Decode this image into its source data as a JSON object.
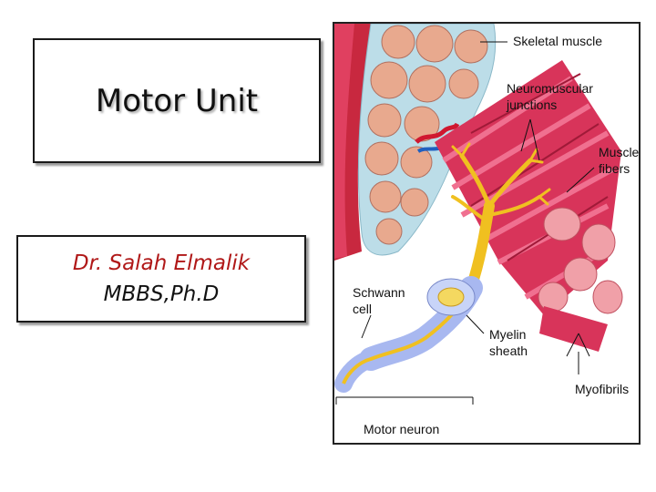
{
  "slide": {
    "title": "Motor Unit",
    "author_name": "Dr. Salah Elmalik",
    "author_degrees": "MBBS,Ph.D"
  },
  "figure": {
    "labels": {
      "skeletal_muscle": "Skeletal muscle",
      "nmj_line1": "Neuromuscular",
      "nmj_line2": "junctions",
      "fibers_line1": "Muscle",
      "fibers_line2": "fibers",
      "schwann_line1": "Schwann",
      "schwann_line2": "cell",
      "myelin_line1": "Myelin",
      "myelin_line2": "sheath",
      "myofibrils": "Myofibrils",
      "motor_neuron": "Motor neuron"
    },
    "colors": {
      "muscle": "#d8345a",
      "fascicle": "#e8a98e",
      "perimysium": "#bcdde8",
      "nerve": "#f0c020",
      "myelin": "#a8b8f0"
    }
  }
}
